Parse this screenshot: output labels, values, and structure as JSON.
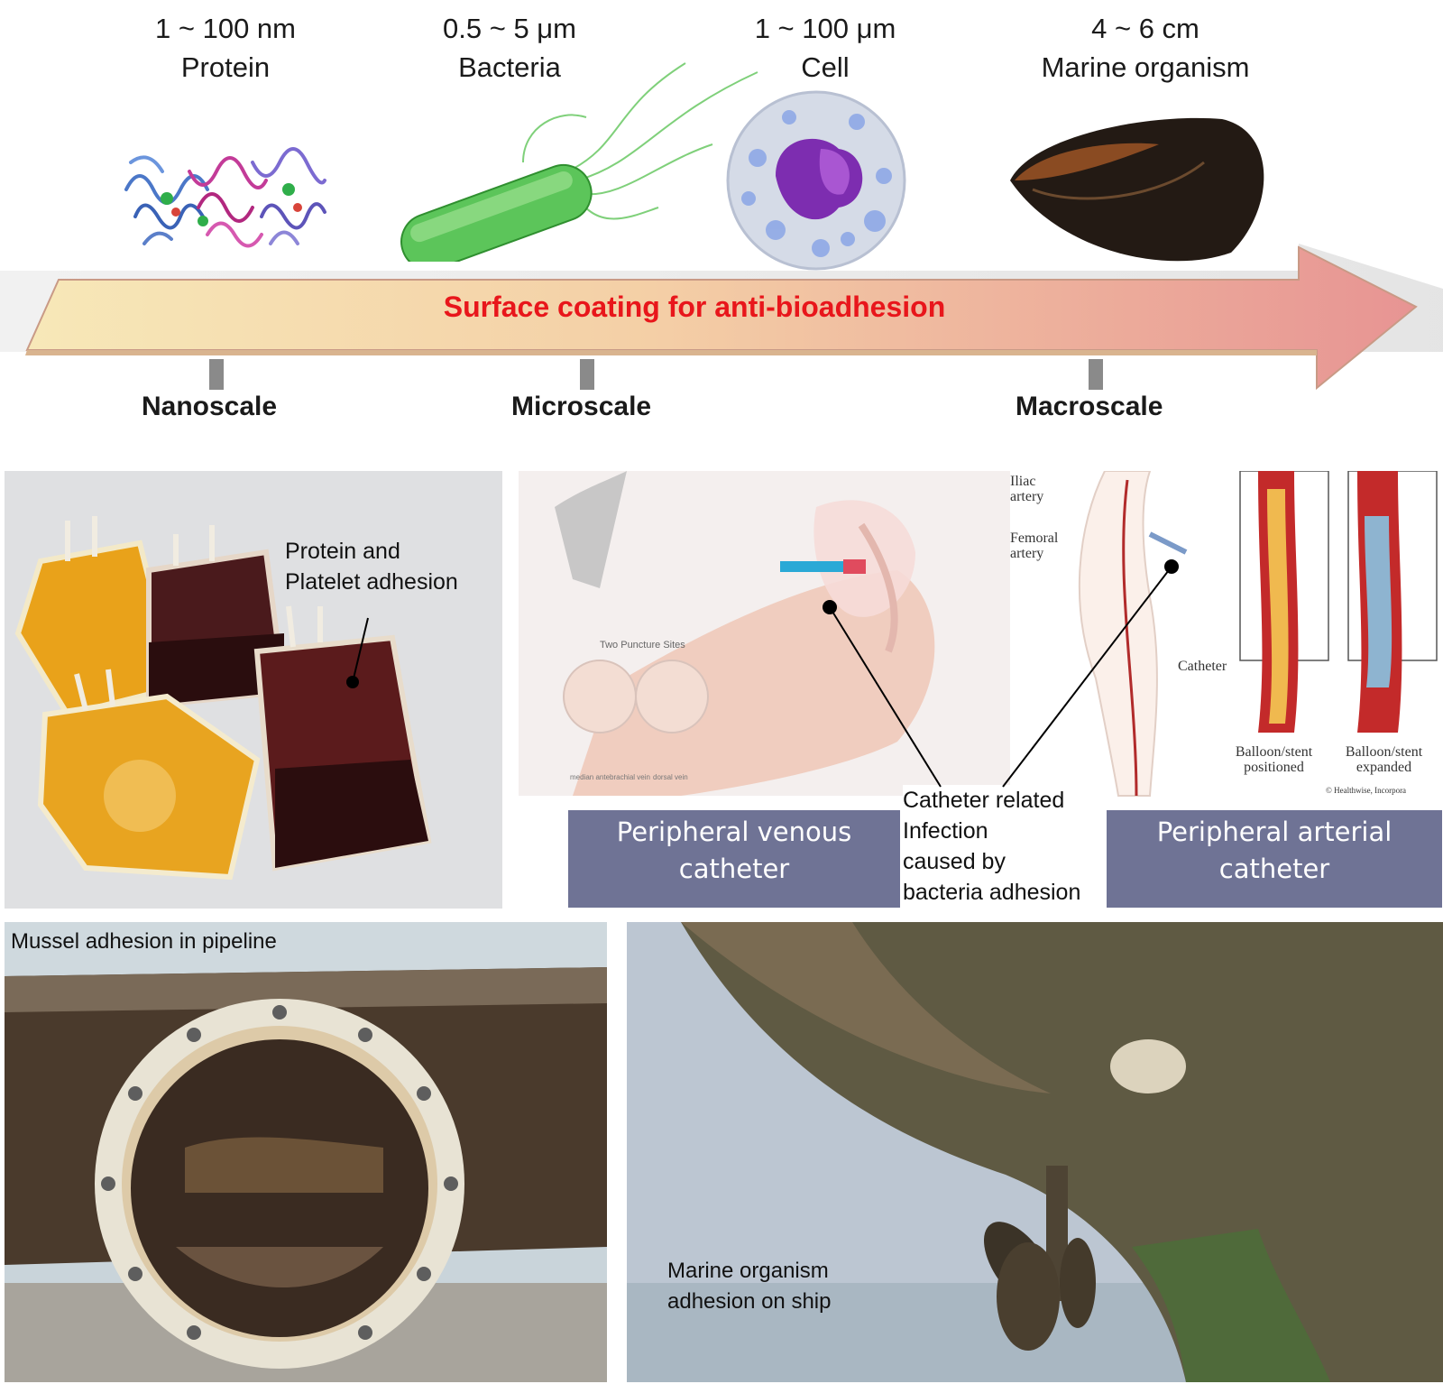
{
  "scales": [
    {
      "size": "1 ~ 100 nm",
      "name": "Protein"
    },
    {
      "size": "0.5 ~ 5 μm",
      "name": "Bacteria"
    },
    {
      "size": "1 ~ 100  μm",
      "name": "Cell"
    },
    {
      "size": "4 ~ 6  cm",
      "name": "Marine organism"
    }
  ],
  "arrow": {
    "title": "Surface coating for anti-bioadhesion",
    "scale_words": [
      "Nanoscale",
      "Microscale",
      "Macroscale"
    ],
    "title_color": "#e8161b"
  },
  "blood_panel": {
    "annotation_line1": "Protein and",
    "annotation_line2": "Platelet adhesion"
  },
  "catheter_panel": {
    "venous_line1": "Peripheral venous",
    "venous_line2": "catheter",
    "arterial_line1": "Peripheral arterial",
    "arterial_line2": "catheter",
    "infection_line1": "Catheter related",
    "infection_line2": "Infection",
    "infection_line3": "caused by",
    "infection_line4": "bacteria adhesion",
    "illustration": {
      "iliac_1": "Iliac",
      "iliac_2": "artery",
      "femoral_1": "Femoral",
      "femoral_2": "artery",
      "catheter": "Catheter",
      "positioned_1": "Balloon/stent",
      "positioned_2": "positioned",
      "expanded_1": "Balloon/stent",
      "expanded_2": "expanded",
      "credit": "© Healthwise, Incorpora",
      "puncture": "Two Puncture Sites",
      "vein1": "median antebrachial vein",
      "vein2": "dorsal vein"
    }
  },
  "pipeline_panel": {
    "label": "Mussel adhesion in pipeline"
  },
  "ship_panel": {
    "label_line1": "Marine organism",
    "label_line2": "adhesion on ship"
  }
}
